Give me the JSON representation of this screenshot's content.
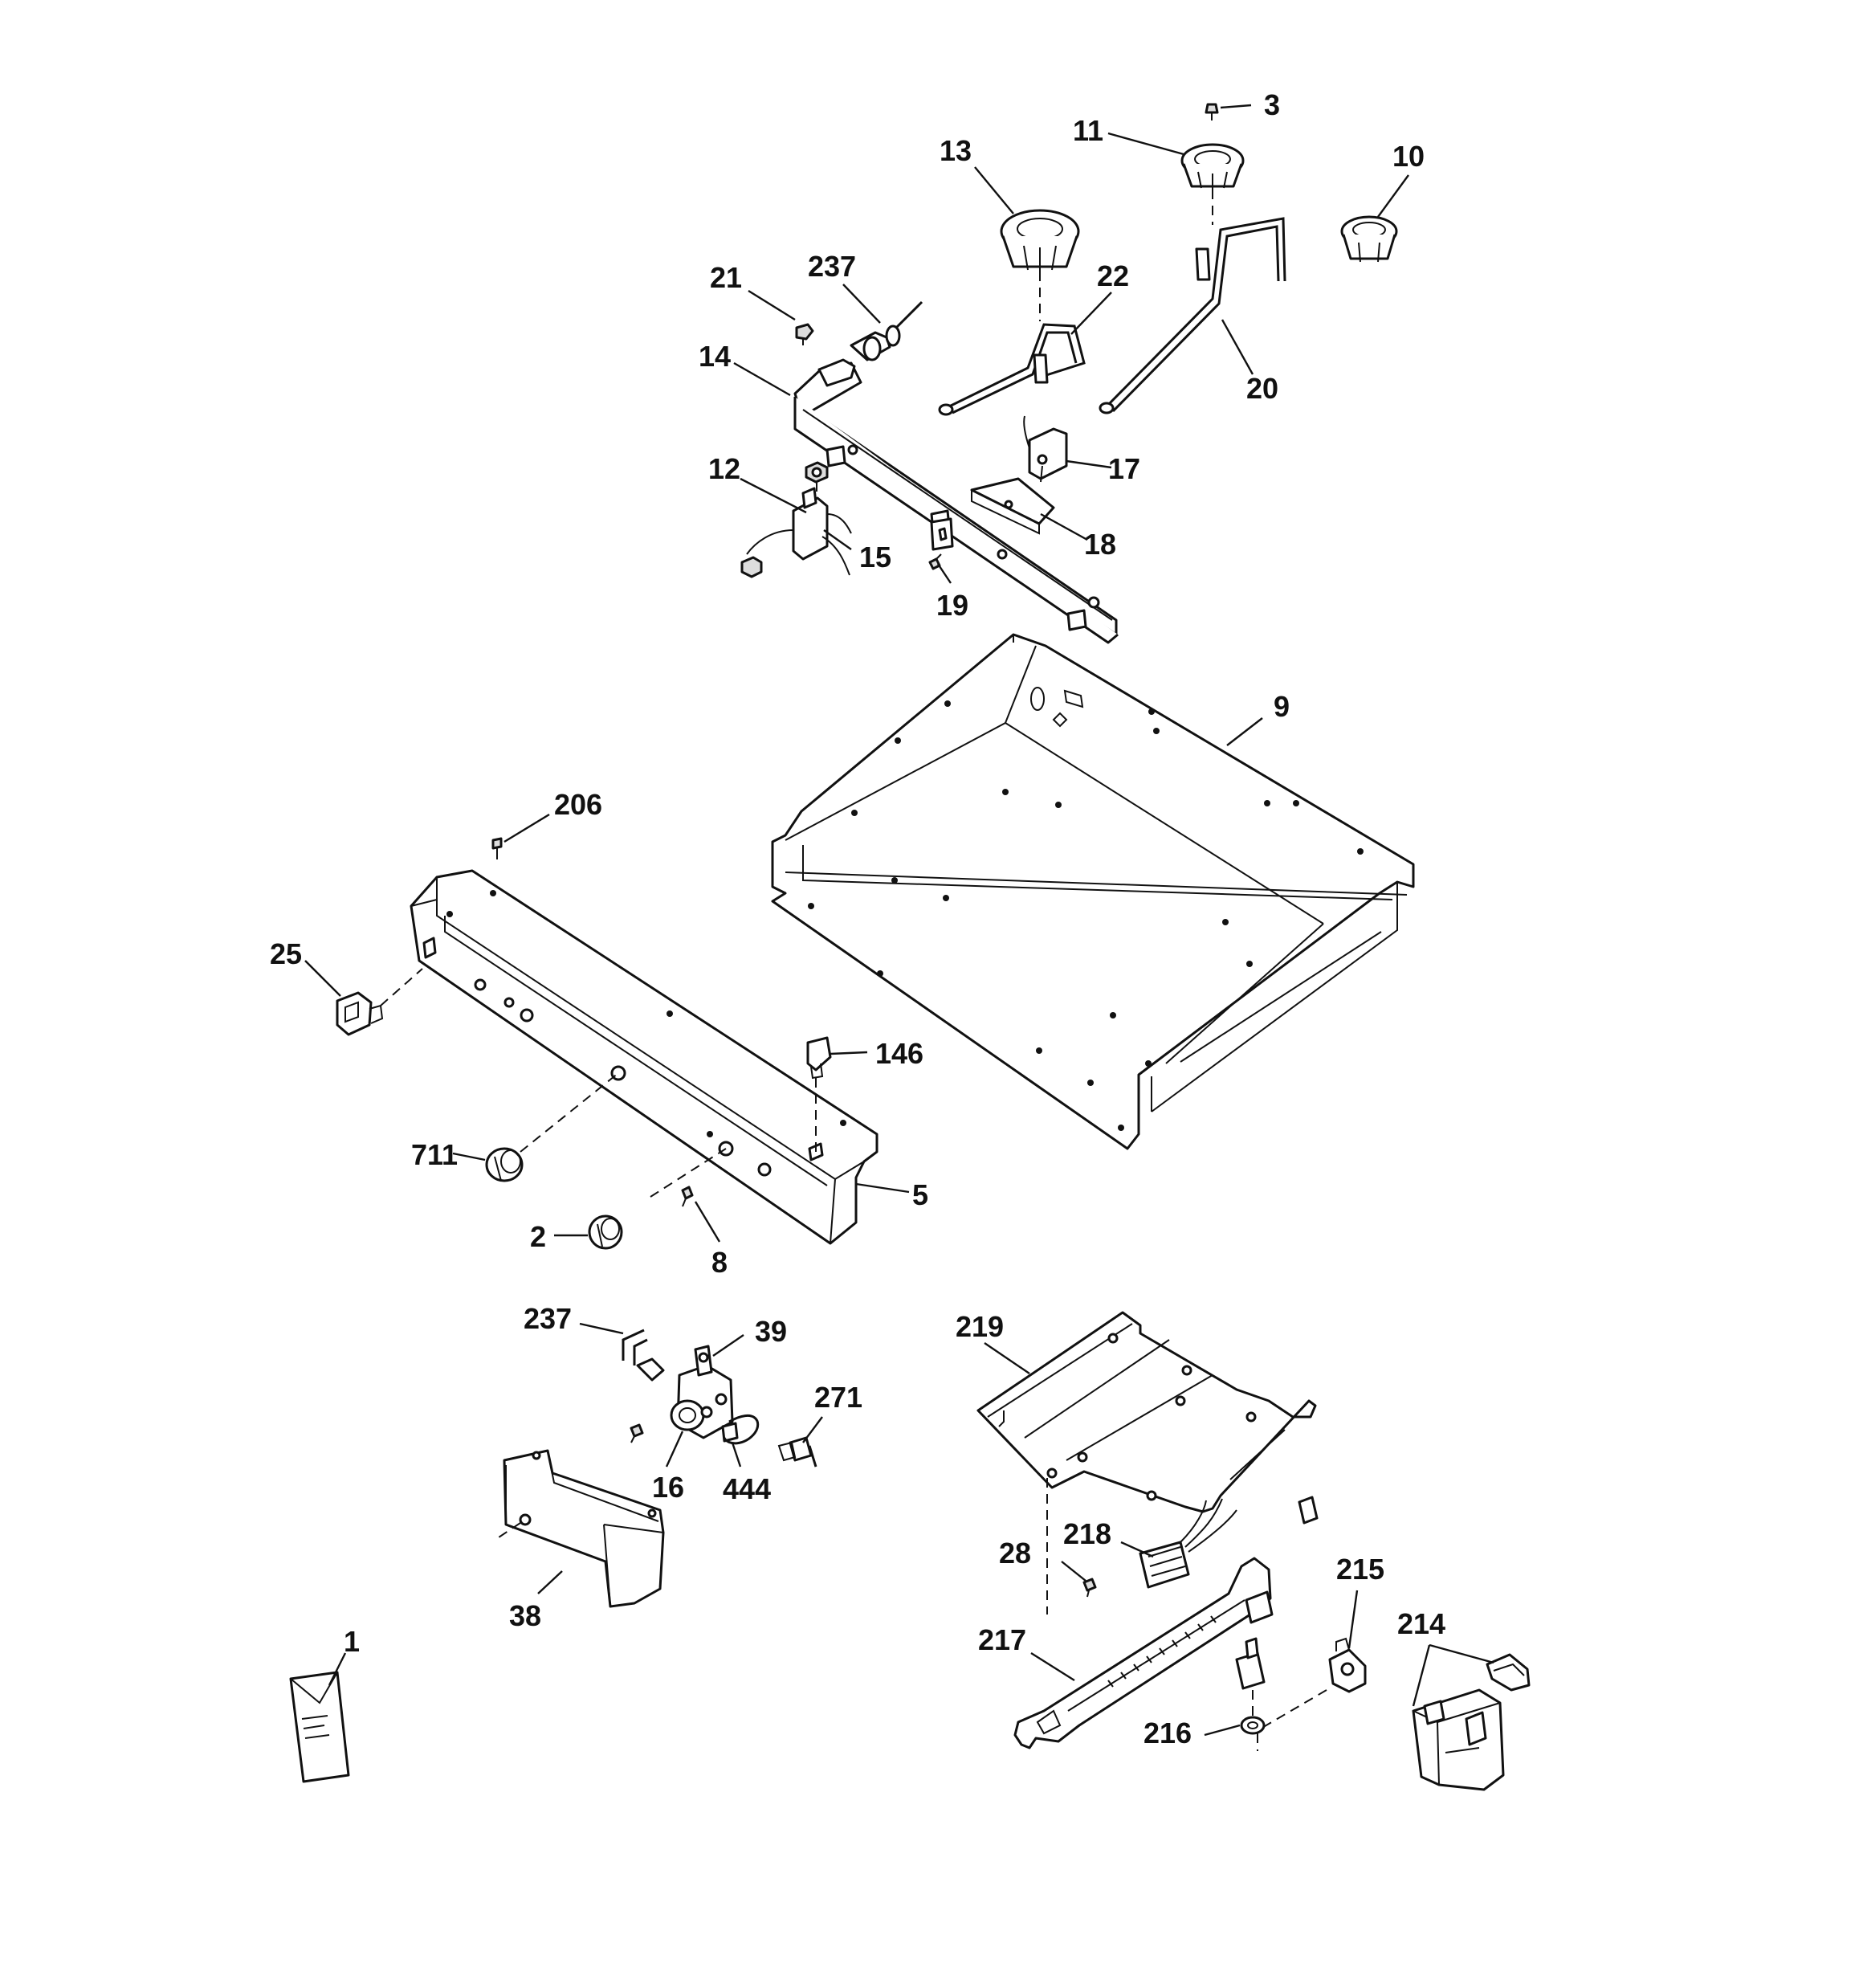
{
  "diagram": {
    "callouts": [
      {
        "id": "c-3",
        "label": "3"
      },
      {
        "id": "c-11",
        "label": "11"
      },
      {
        "id": "c-13",
        "label": "13"
      },
      {
        "id": "c-10",
        "label": "10"
      },
      {
        "id": "c-21",
        "label": "21"
      },
      {
        "id": "c-237a",
        "label": "237"
      },
      {
        "id": "c-22",
        "label": "22"
      },
      {
        "id": "c-14",
        "label": "14"
      },
      {
        "id": "c-20",
        "label": "20"
      },
      {
        "id": "c-17",
        "label": "17"
      },
      {
        "id": "c-12",
        "label": "12"
      },
      {
        "id": "c-18",
        "label": "18"
      },
      {
        "id": "c-15",
        "label": "15"
      },
      {
        "id": "c-19",
        "label": "19"
      },
      {
        "id": "c-9",
        "label": "9"
      },
      {
        "id": "c-206",
        "label": "206"
      },
      {
        "id": "c-25",
        "label": "25"
      },
      {
        "id": "c-146",
        "label": "146"
      },
      {
        "id": "c-711",
        "label": "711"
      },
      {
        "id": "c-5",
        "label": "5"
      },
      {
        "id": "c-2",
        "label": "2"
      },
      {
        "id": "c-8",
        "label": "8"
      },
      {
        "id": "c-237b",
        "label": "237"
      },
      {
        "id": "c-39",
        "label": "39"
      },
      {
        "id": "c-219",
        "label": "219"
      },
      {
        "id": "c-271",
        "label": "271"
      },
      {
        "id": "c-16",
        "label": "16"
      },
      {
        "id": "c-444",
        "label": "444"
      },
      {
        "id": "c-218",
        "label": "218"
      },
      {
        "id": "c-28",
        "label": "28"
      },
      {
        "id": "c-215",
        "label": "215"
      },
      {
        "id": "c-38",
        "label": "38"
      },
      {
        "id": "c-217",
        "label": "217"
      },
      {
        "id": "c-214",
        "label": "214"
      },
      {
        "id": "c-1",
        "label": "1"
      },
      {
        "id": "c-216",
        "label": "216"
      }
    ]
  }
}
